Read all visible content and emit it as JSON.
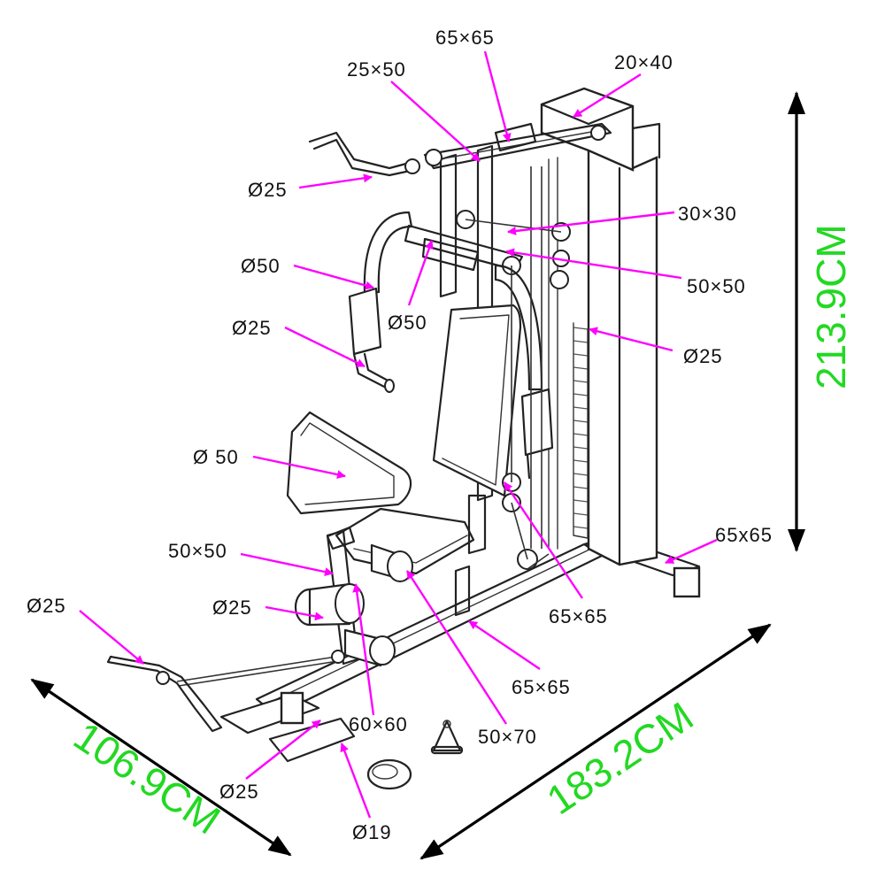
{
  "labels": {
    "top_65x65": "65×65",
    "top_25x50": "25×50",
    "top_20x40": "20×40",
    "upper_arm_d25": "Ø25",
    "cross_30x30": "30×30",
    "lever_d50": "Ø50",
    "center_d50": "Ø50",
    "cross_50x50_right": "50×50",
    "handle_d25": "Ø25",
    "stack_d25": "Ø25",
    "pad_d50": "Ø 50",
    "leg_50x50": "50×50",
    "roller_d25": "Ø25",
    "base_65x65_right": "65x65",
    "cable_d25": "Ø25",
    "seat_65x65": "65×65",
    "base_65x65_mid": "65×65",
    "post_60x60": "60×60",
    "roller_50x70": "50×70",
    "foot_d25": "Ø25",
    "pin_d19": "Ø19"
  },
  "dimensions": {
    "height": "213.9CM",
    "length": "183.2CM",
    "width": "106.9CM"
  }
}
